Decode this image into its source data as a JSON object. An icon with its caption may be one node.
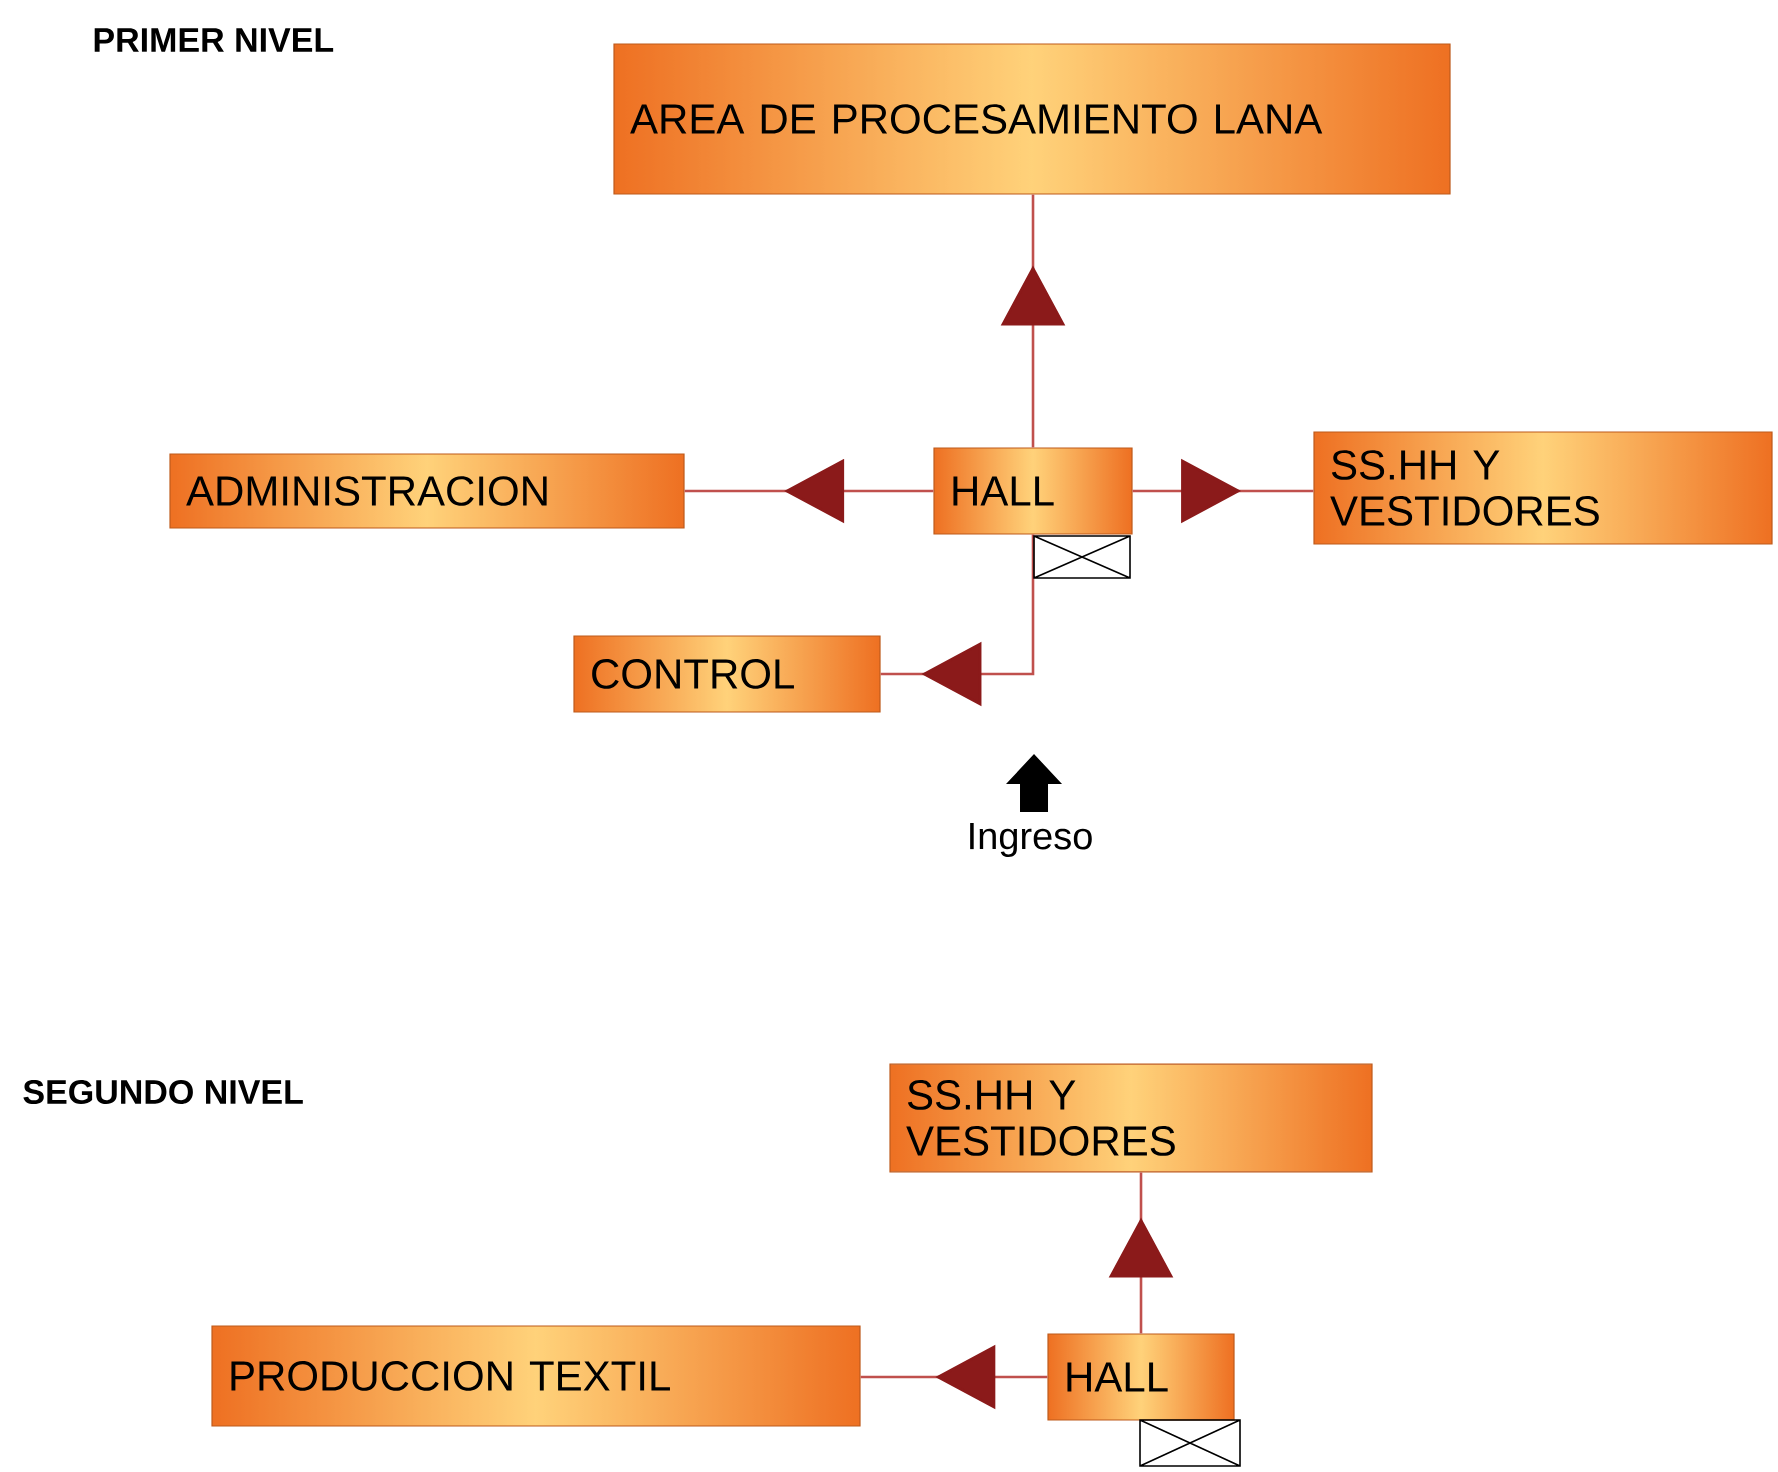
{
  "diagram": {
    "nodes": [
      {
        "text": [
          "AREA DE PROCESAMIENTO LANA"
        ]
      },
      {
        "text": [
          "ADMINISTRACION"
        ]
      },
      {
        "text": [
          "HALL"
        ]
      },
      {
        "text": [
          "SS.HH Y VESTIDORES"
        ]
      },
      {
        "text": [
          "CONTROL"
        ]
      },
      {
        "text": [
          "SS.HH Y VESTIDORES"
        ]
      },
      {
        "text": [
          "PRODUCCION TEXTIL"
        ]
      },
      {
        "text": [
          "HALL"
        ]
      }
    ],
    "edges": [
      {
        "from": 2,
        "to": 0,
        "arrow": "to"
      },
      {
        "from": 2,
        "to": 1,
        "arrow": "to"
      },
      {
        "from": 2,
        "to": 3,
        "arrow": "to"
      },
      {
        "from": 2,
        "to": 4,
        "arrow": "to"
      },
      {
        "from": 7,
        "to": 5,
        "arrow": "to"
      },
      {
        "from": 7,
        "to": 6,
        "arrow": "to"
      }
    ],
    "labels": [
      "PRIMER NIVEL",
      "Ingreso",
      "SEGUNDO NIVEL"
    ]
  }
}
